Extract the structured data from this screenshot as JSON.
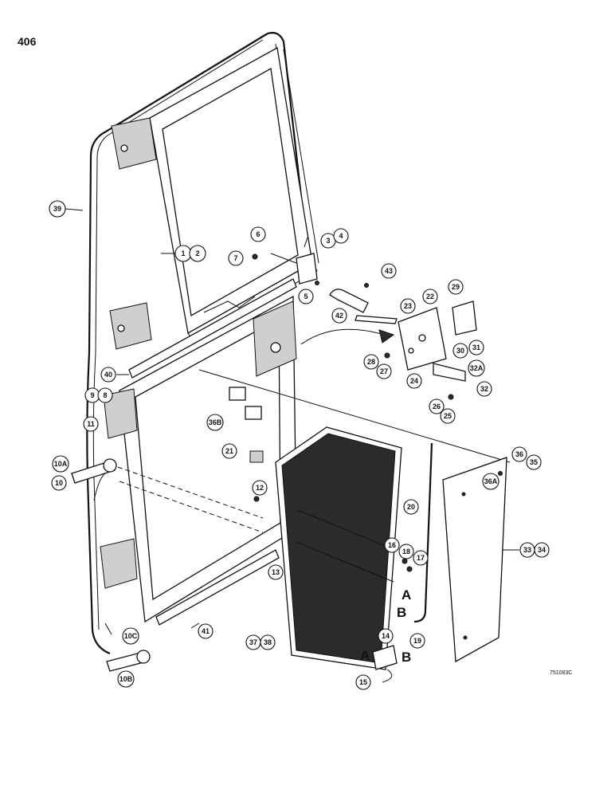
{
  "page_number": "406",
  "drawing_code": "751083C",
  "section_letters": [
    "A",
    "B"
  ],
  "callouts": [
    "1",
    "2",
    "3",
    "4",
    "5",
    "6",
    "7",
    "8",
    "9",
    "10",
    "10A",
    "10B",
    "10C",
    "11",
    "12",
    "13",
    "14",
    "15",
    "16",
    "17",
    "18",
    "19",
    "20",
    "21",
    "22",
    "23",
    "24",
    "25",
    "26",
    "27",
    "28",
    "29",
    "30",
    "31",
    "32",
    "32A",
    "33",
    "34",
    "35",
    "36",
    "36A",
    "36B",
    "37",
    "38",
    "39",
    "40",
    "41",
    "42",
    "43"
  ]
}
